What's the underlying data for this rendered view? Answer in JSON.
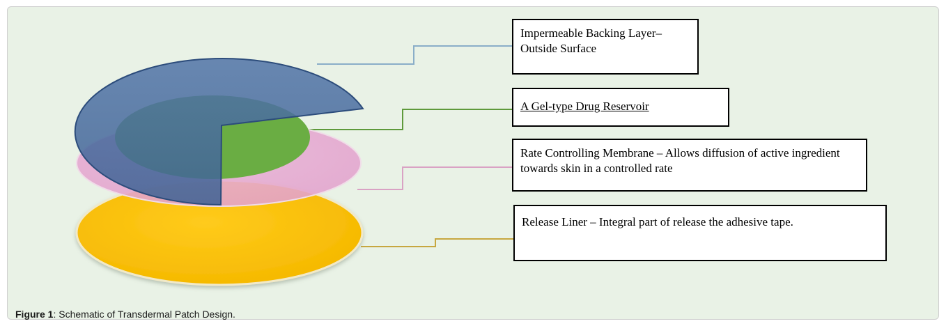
{
  "layers": [
    {
      "key": "backing",
      "label": "Impermeable Backing Layer– Outside Surface",
      "color": "#4a6da0"
    },
    {
      "key": "reservoir",
      "label": "A Gel-type Drug Reservoir",
      "color": "#6aad43"
    },
    {
      "key": "membrane",
      "label": "Rate Controlling Membrane – Allows diffusion of active ingredient towards skin in a controlled rate",
      "color": "#e7a6cf"
    },
    {
      "key": "liner",
      "label": "Release Liner – Integral part of release the adhesive tape.",
      "color": "#fec00d"
    }
  ],
  "caption": {
    "label": "Figure 1",
    "text": ": Schematic of Transdermal Patch Design."
  }
}
